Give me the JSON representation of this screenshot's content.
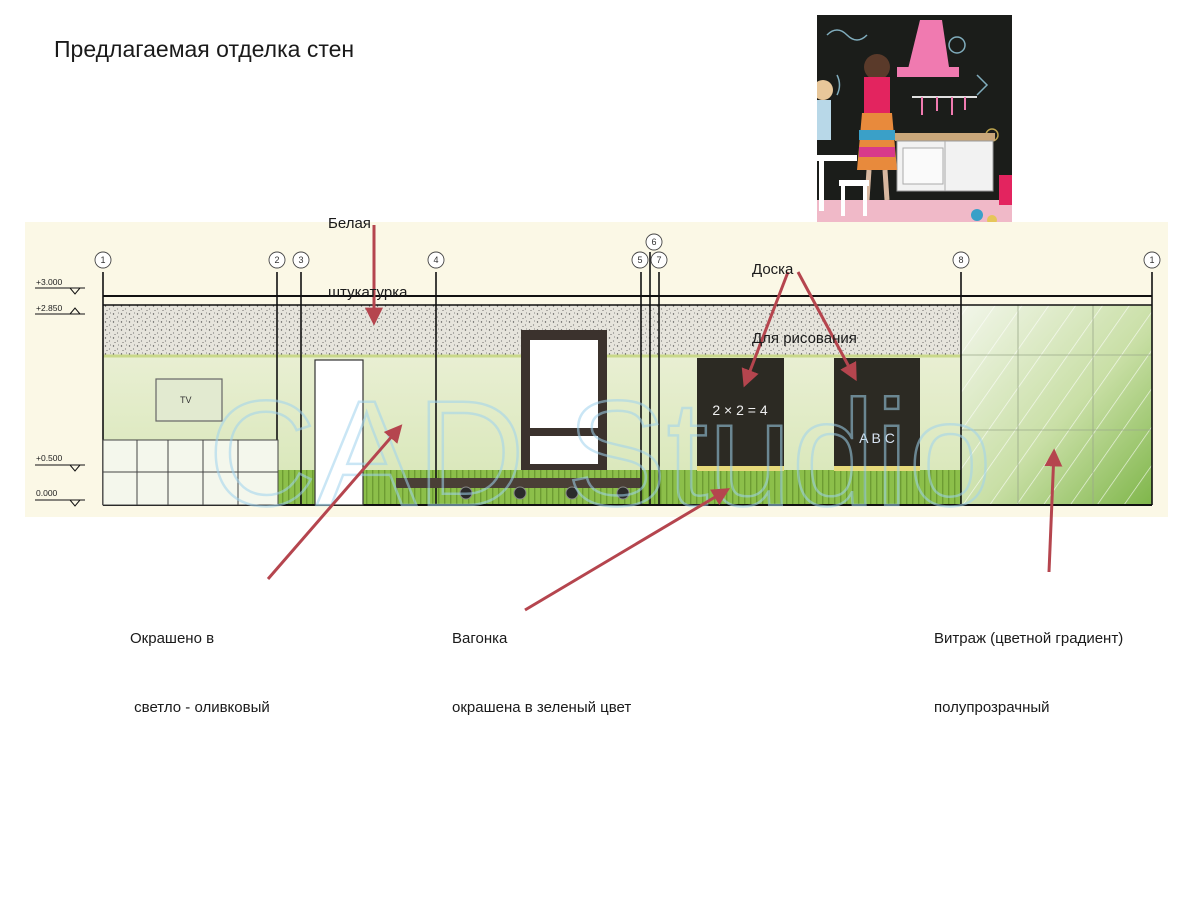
{
  "title": "Предлагаемая отделка стен",
  "labels": {
    "white_plaster": [
      "Белая",
      "штукатурка"
    ],
    "drawing_board": [
      "Доска",
      "Для рисования"
    ],
    "olive_paint": [
      "Окрашено в",
      " светло - оливковый"
    ],
    "wood_panel": [
      "Вагонка",
      "окрашена в зеленый цвет"
    ],
    "stained_glass": [
      "Витраж (цветной градиент)",
      "полупрозрачный"
    ]
  },
  "drawing": {
    "axis_labels": [
      "1",
      "2",
      "3",
      "4",
      "5",
      "6",
      "7",
      "8",
      "1"
    ],
    "level_marks": [
      "+3.000",
      "+2.850",
      "+0.500",
      "0.000"
    ],
    "tv_label": "TV",
    "board1_text": "2 × 2 = 4",
    "board2_text": "A B C",
    "watermark": "CAD Studio"
  },
  "colors": {
    "arrow": "#b5454e",
    "plaster": "#e8e6df",
    "olive_wall": "#dfe9c7",
    "green_panel": "#8cbf4a",
    "board": "#2c2a23",
    "band_bg": "#fbf8e6"
  },
  "photo": {
    "icon": "kids-kitchen-photo"
  }
}
